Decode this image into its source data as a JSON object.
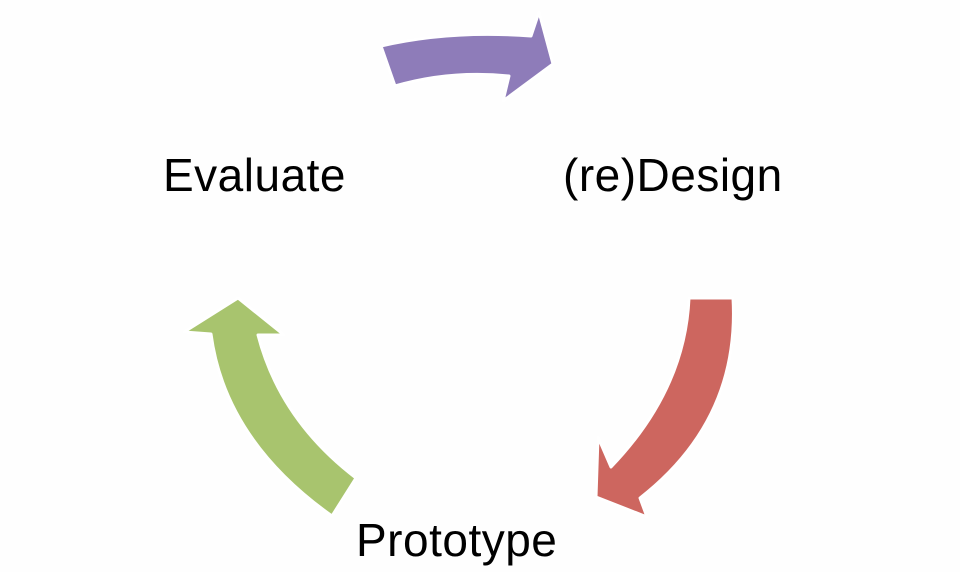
{
  "diagram": {
    "stages": [
      {
        "id": "evaluate",
        "label": "Evaluate"
      },
      {
        "id": "redesign",
        "label": "(re)Design"
      },
      {
        "id": "prototype",
        "label": "Prototype"
      }
    ],
    "arrows": [
      {
        "from": "evaluate",
        "to": "redesign",
        "color": "#8e7cb9"
      },
      {
        "from": "redesign",
        "to": "prototype",
        "color": "#cd665f"
      },
      {
        "from": "prototype",
        "to": "evaluate",
        "color": "#a8c46e"
      }
    ],
    "colors": {
      "background": "#fefefe",
      "arrow_outline": "#ffffff",
      "text": "#000000"
    }
  }
}
